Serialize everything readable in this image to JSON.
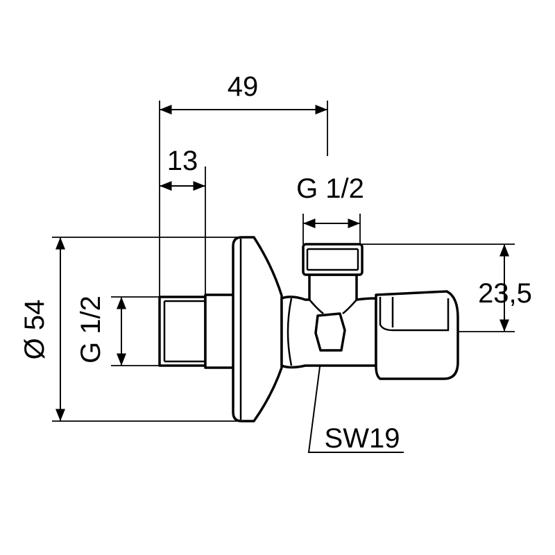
{
  "dimensions": {
    "overall_length": "49",
    "thread_length": "13",
    "outlet_thread": "G 1/2",
    "inlet_thread": "G 1/2",
    "rosette_diameter": "Ø 54",
    "outlet_offset": "23,5",
    "wrench_size": "SW19"
  },
  "colors": {
    "line": "#000000",
    "background": "#ffffff"
  }
}
